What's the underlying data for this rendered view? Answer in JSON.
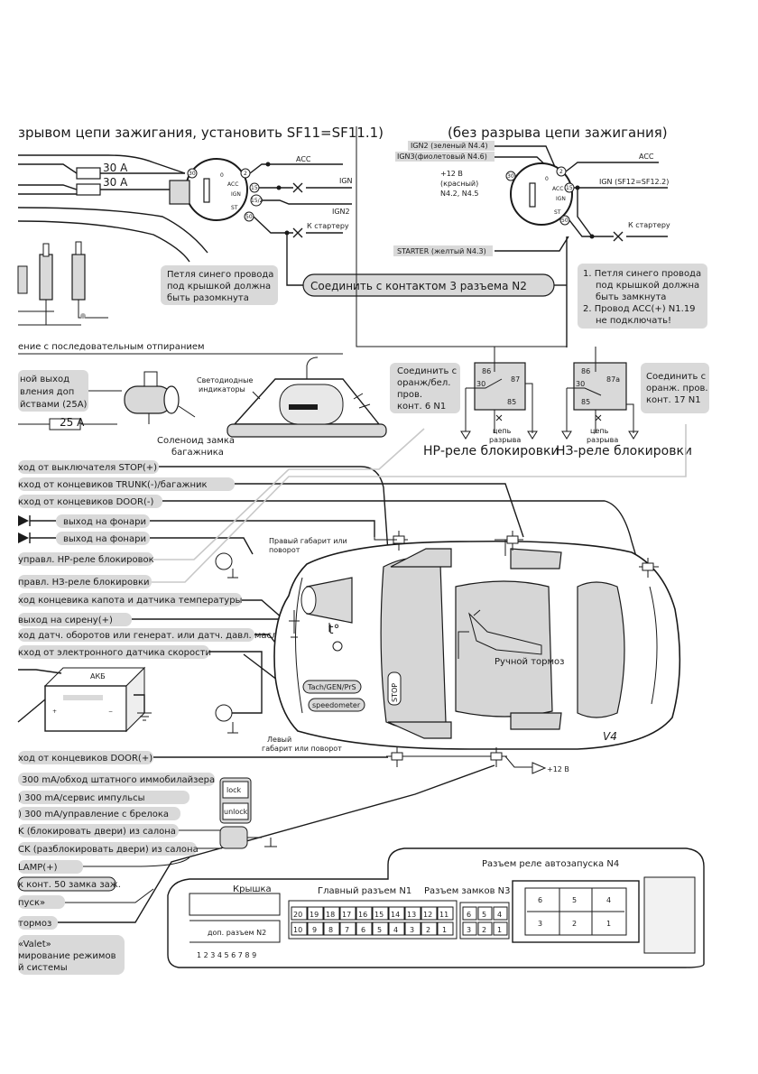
{
  "headers": {
    "left": "зрывом цепи зажигания, установить SF11=SF11.1)",
    "right": "(без разрыва цепи зажигания)"
  },
  "left_switch": {
    "fuse1": "30 А",
    "fuse2": "30 А",
    "acc": "ACC",
    "ign": "IGN",
    "ign2": "IGN2",
    "starter": "К стартеру",
    "pins": [
      "30",
      "2",
      "15",
      "15/2",
      "50"
    ],
    "positions": [
      "0",
      "ACC",
      "IGN",
      "ST"
    ],
    "loop_note": [
      "Петля синего провода",
      "под крышкой должна",
      "быть разомкнута"
    ]
  },
  "right_switch": {
    "ign2_wire": "IGN2 (зеленый N4.4)",
    "ign3_wire": "IGN3(фиолетовый N4.6)",
    "plus12": [
      "+12 В",
      "(красный)",
      "N4.2, N4.5"
    ],
    "acc": "ACC",
    "ign": "IGN (SF12=SF12.2)",
    "starter": "К стартеру",
    "starter_wire": "STARTER (желтый N4.3)",
    "pins": [
      "30",
      "2",
      "15",
      "50"
    ],
    "positions": [
      "0",
      "ACC",
      "IGN",
      "ST"
    ],
    "notes": [
      "1. Петля синего провода",
      "под крышкой должна",
      "быть замкнута",
      "2. Провод ACC(+) N1.19",
      "не подключать!"
    ]
  },
  "connect_banner": "Соединить с контактом 3 разъема N2",
  "sequential_label": "ение с последовательным отпиранием",
  "accessory_output": [
    "ной выход",
    "вления доп",
    "йствами (25А)"
  ],
  "fuse_25": "25 А",
  "trunk_solenoid": [
    "Соленоид замка",
    "багажника"
  ],
  "led_indicators": [
    "Светодиодные",
    "индикаторы"
  ],
  "relay_nr": {
    "note": [
      "Соединить с",
      "оранж/бел.",
      "пров.",
      "конт. 6 N1"
    ],
    "pins": [
      "86",
      "30",
      "87",
      "85"
    ],
    "break": [
      "цепь",
      "разрыва"
    ],
    "title": "НР-реле блокировки"
  },
  "relay_nz": {
    "note": [
      "Соединить с",
      "оранж. пров.",
      "конт. 17 N1"
    ],
    "pins": [
      "86",
      "30",
      "87a",
      "85"
    ],
    "break": [
      "цепь",
      "разрыва"
    ],
    "title": "НЗ-реле блокировки"
  },
  "inputs": [
    "ход от выключателя STOP(+)",
    "кход от концевиков TRUNK(-)/багажник",
    "кход от концевиков DOOR(-)",
    "выход на фонари",
    "выход на фонари",
    "управл. НР-реле блокировок",
    "правл. НЗ-реле блокировки",
    "ход концевика капота и датчика температуры",
    "выход на сирену(+)",
    "ход датч. оборотов или генерат. или датч. давл. масла",
    "кход от электронного датчика скорости",
    "ход от концевиков DOOR(+)"
  ],
  "car_labels": {
    "right_turn": [
      "Правый габарит или",
      "поворот"
    ],
    "left_turn": [
      "Левый",
      "габарит или поворот"
    ],
    "temp": "t°",
    "handbrake": "Ручной тормоз",
    "stop": "STOP",
    "model": "V4",
    "tach": "Tach/GEN/PrS",
    "speedometer": "speedometer",
    "battery": "АКБ",
    "plus12": "+12 В"
  },
  "lower_outputs": [
    "300 mA/обход штатного иммобилайзера",
    ") 300 mA/сервис импульсы",
    ") 300 mA/управление с брелока",
    "K (блокировать двери) из салона",
    "CK (разблокировать двери) из салона",
    "LAMP(+)",
    "к конт. 50 замка заж.",
    "пуск»",
    "тормоз",
    "«Valet»",
    "мирование режимов",
    "й системы"
  ],
  "lock_buttons": {
    "lock": "lock",
    "unlock": "unlock"
  },
  "connectors": {
    "n4_title": "Разъем реле автозапуска N4",
    "cover": "Крышка",
    "n1_title": "Главный разъем N1",
    "n3_title": "Разъем замков N3",
    "n2_title": "доп. разъем N2",
    "n2_numbers": "1 2 3 4 5  6 7 8 9",
    "n1_top": [
      "20",
      "19",
      "18",
      "17",
      "16",
      "15",
      "14",
      "13",
      "12",
      "11"
    ],
    "n1_bottom": [
      "10",
      "9",
      "8",
      "7",
      "6",
      "5",
      "4",
      "3",
      "2",
      "1"
    ],
    "n3_top": [
      "6",
      "5",
      "4"
    ],
    "n3_bottom": [
      "3",
      "2",
      "1"
    ],
    "n4_top": [
      "6",
      "5",
      "4"
    ],
    "n4_bottom": [
      "3",
      "2",
      "1"
    ]
  }
}
